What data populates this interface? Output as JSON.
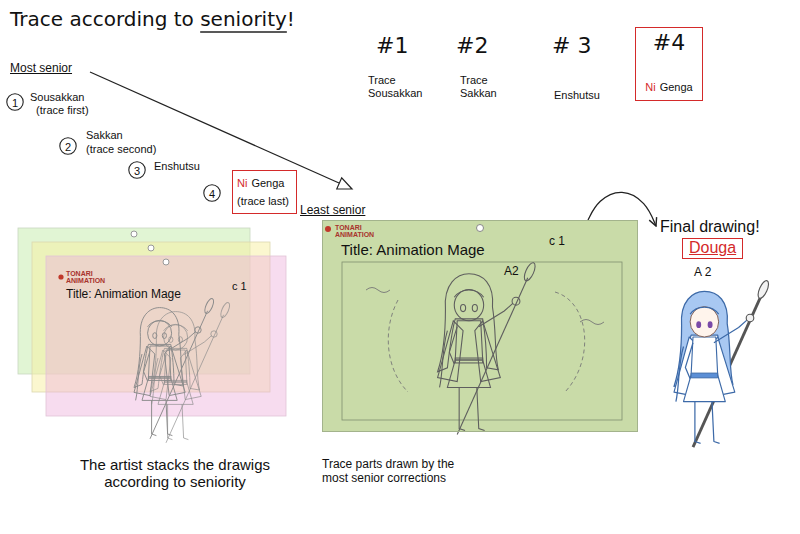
{
  "diagram": {
    "title": "Trace according to seniority!",
    "nodes": [
      {
        "text": [
          "1"
        ]
      },
      {
        "text": [
          "2"
        ]
      },
      {
        "text": [
          "3"
        ]
      },
      {
        "text": [
          "4"
        ]
      },
      {
        "text": [
          "Ni",
          "Genga",
          "(trace last)"
        ]
      },
      {
        "text": [
          "#4",
          "Ni",
          "Genga"
        ]
      },
      {
        "text": [
          "TONARI ANIMATION",
          "Title: Animation Mage",
          "c 1",
          "A2"
        ]
      },
      {
        "text": [
          "Final drawing!",
          "Douga"
        ]
      }
    ],
    "edges": [
      {
        "from": 6,
        "to": 7,
        "arrow": "to"
      }
    ],
    "labels": [
      "Most senior",
      "Sousakkan",
      "(trace first)",
      "Sakkan",
      "(trace second)",
      "Enshutsu",
      "Least senior",
      "#1",
      "Trace Sousakkan",
      "#2",
      "Trace Sakkan",
      "# 3",
      "Enshutsu",
      "TONARI ANIMATION",
      "Title: Animation Mage",
      "c 1",
      "The artist stacks the drawigs according to seniority",
      "Trace parts drawn by the most senior corrections",
      "A 2"
    ]
  }
}
